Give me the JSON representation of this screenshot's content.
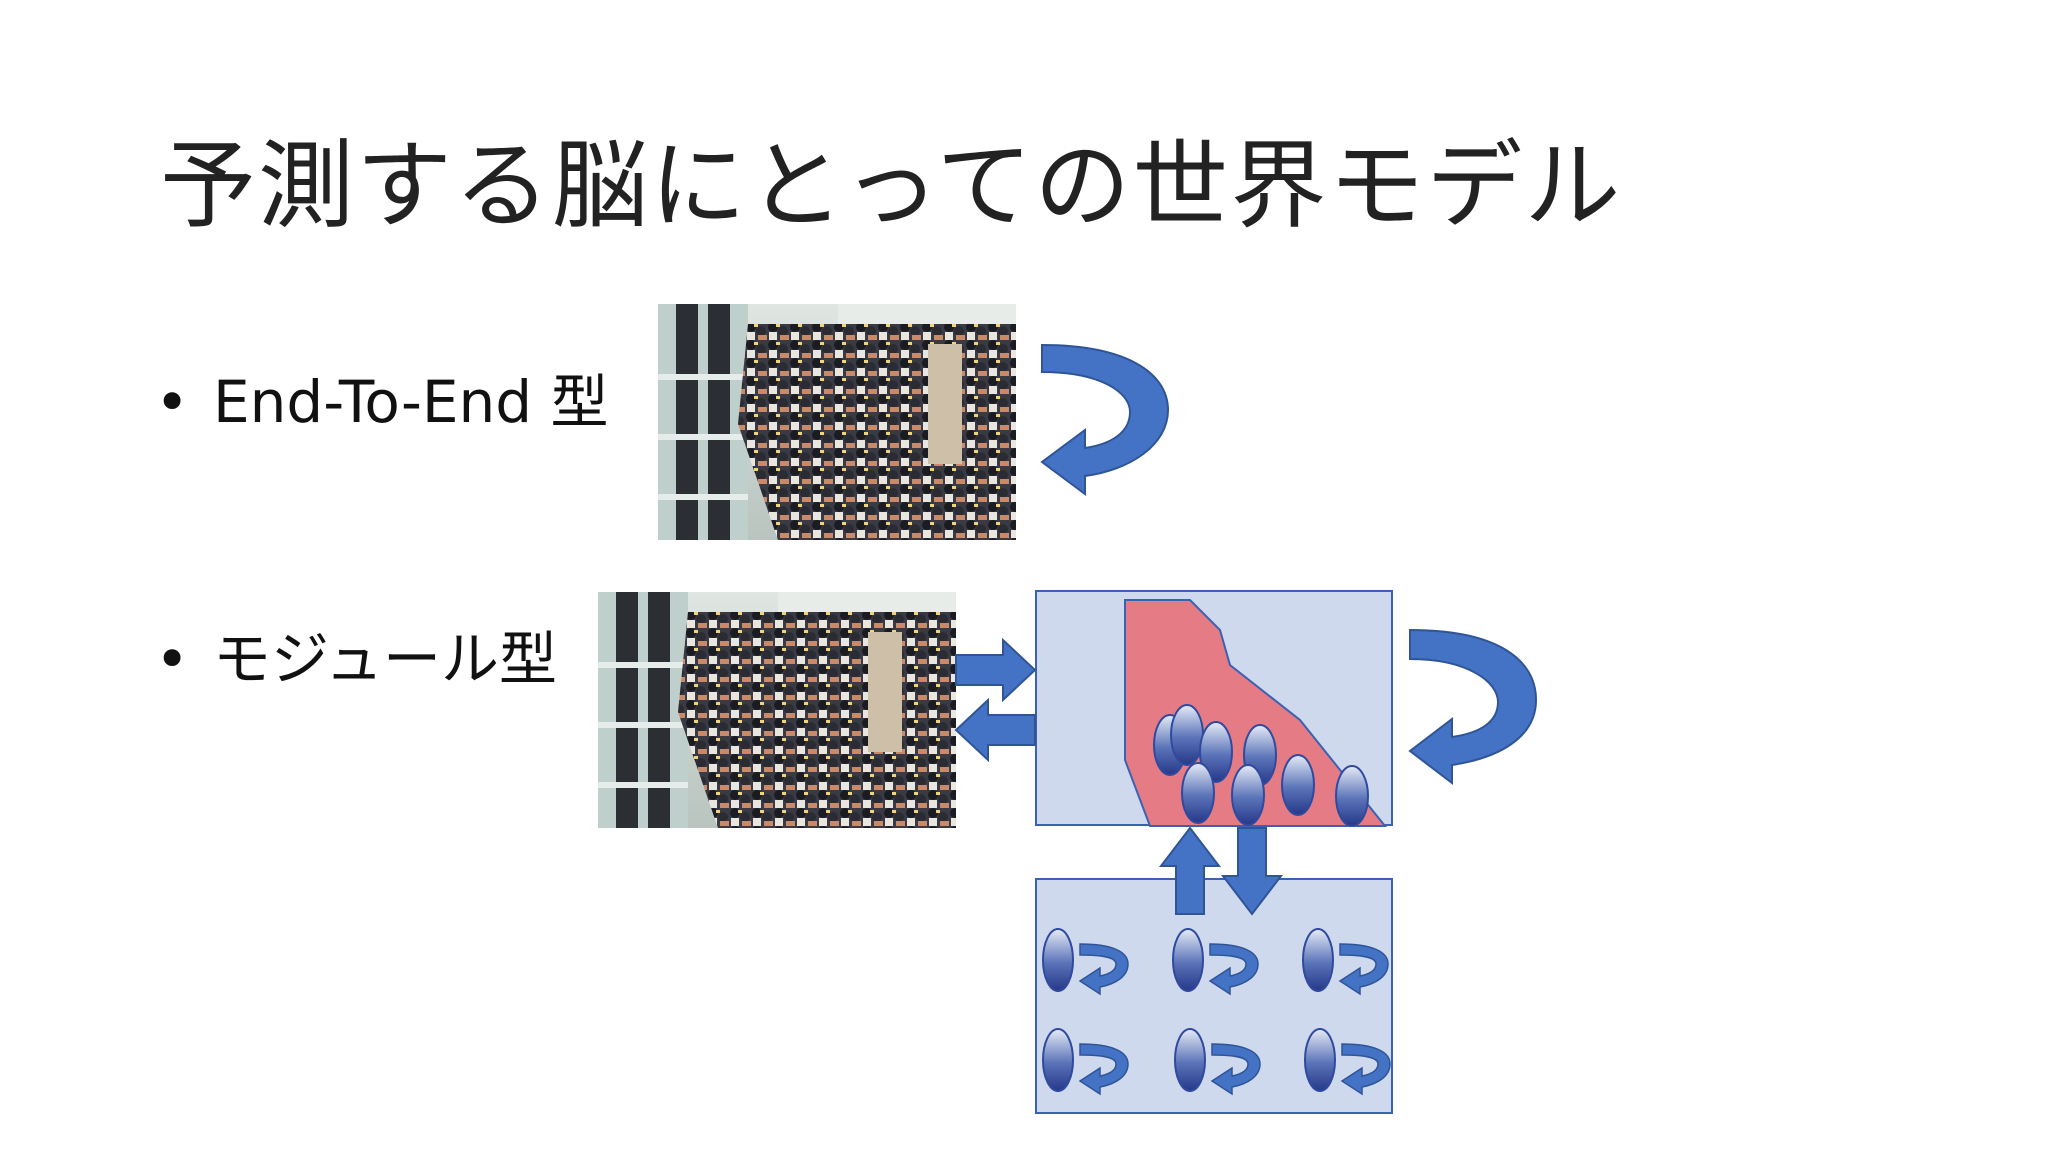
{
  "slide": {
    "title": "予測する脳にとっての世界モデル",
    "bullets": [
      {
        "marker": "•",
        "text": "End-To-End 型"
      },
      {
        "marker": "•",
        "text": "モジュール型"
      }
    ]
  },
  "colors": {
    "arrow_blue": "#4472c4",
    "arrow_dark": "#2f5597",
    "box_fill": "#cfd9ee",
    "box_border": "#3b62b0",
    "region_red": "#e57b84",
    "ellipse_top": "#d8e0f2",
    "ellipse_bottom": "#2a3f8f"
  },
  "icons": {
    "loop_arrow": "curved-return-arrow-icon",
    "module_ellipse": "ellipse-node-icon",
    "bidirectional_arrows": "double-arrow-icon"
  }
}
